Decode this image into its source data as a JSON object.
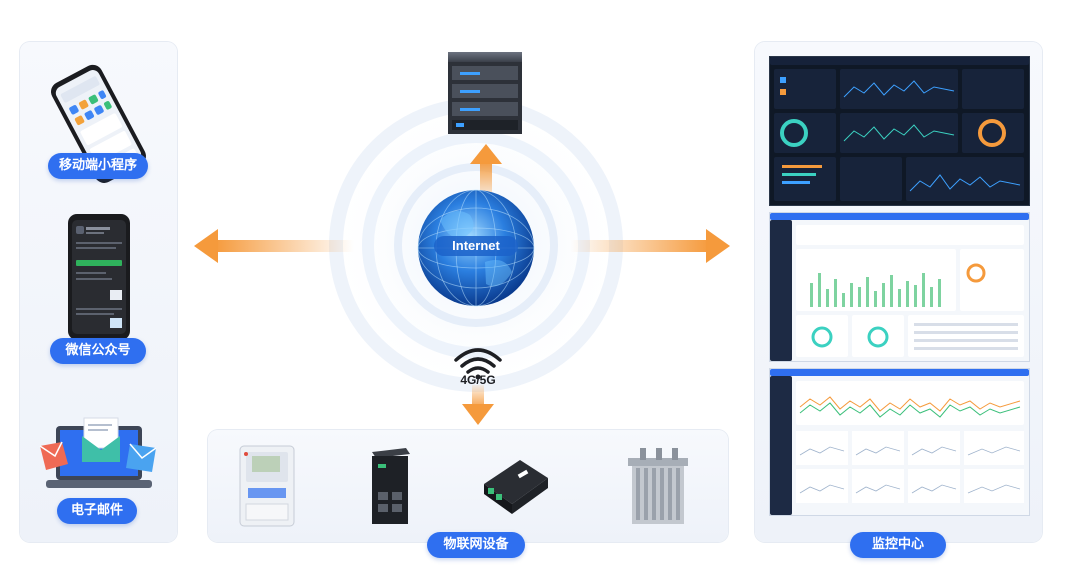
{
  "left_panel": {
    "items": [
      {
        "label": "移动端小程序",
        "icon": "smartphone-miniapp-icon"
      },
      {
        "label": "微信公众号",
        "icon": "wechat-phone-icon"
      },
      {
        "label": "电子邮件",
        "icon": "email-laptop-icon"
      }
    ]
  },
  "center": {
    "globe_label": "Internet",
    "wireless_label": "4G/5G",
    "server_icon": "server-rack-icon",
    "arrow_color": "#f59a3c"
  },
  "bottom_panel": {
    "label": "物联网设备",
    "devices": [
      "smart-meter-icon",
      "industrial-switch-icon",
      "iot-gateway-icon",
      "transformer-icon"
    ]
  },
  "right_panel": {
    "label": "监控中心",
    "screens": [
      "dark-dashboard-screenshot",
      "light-dashboard-screenshot",
      "line-chart-dashboard-screenshot"
    ]
  },
  "colors": {
    "pill_blue": "#2f6ff0",
    "arrow_orange": "#f59a3c",
    "globe_blue": "#1c6fd6"
  }
}
